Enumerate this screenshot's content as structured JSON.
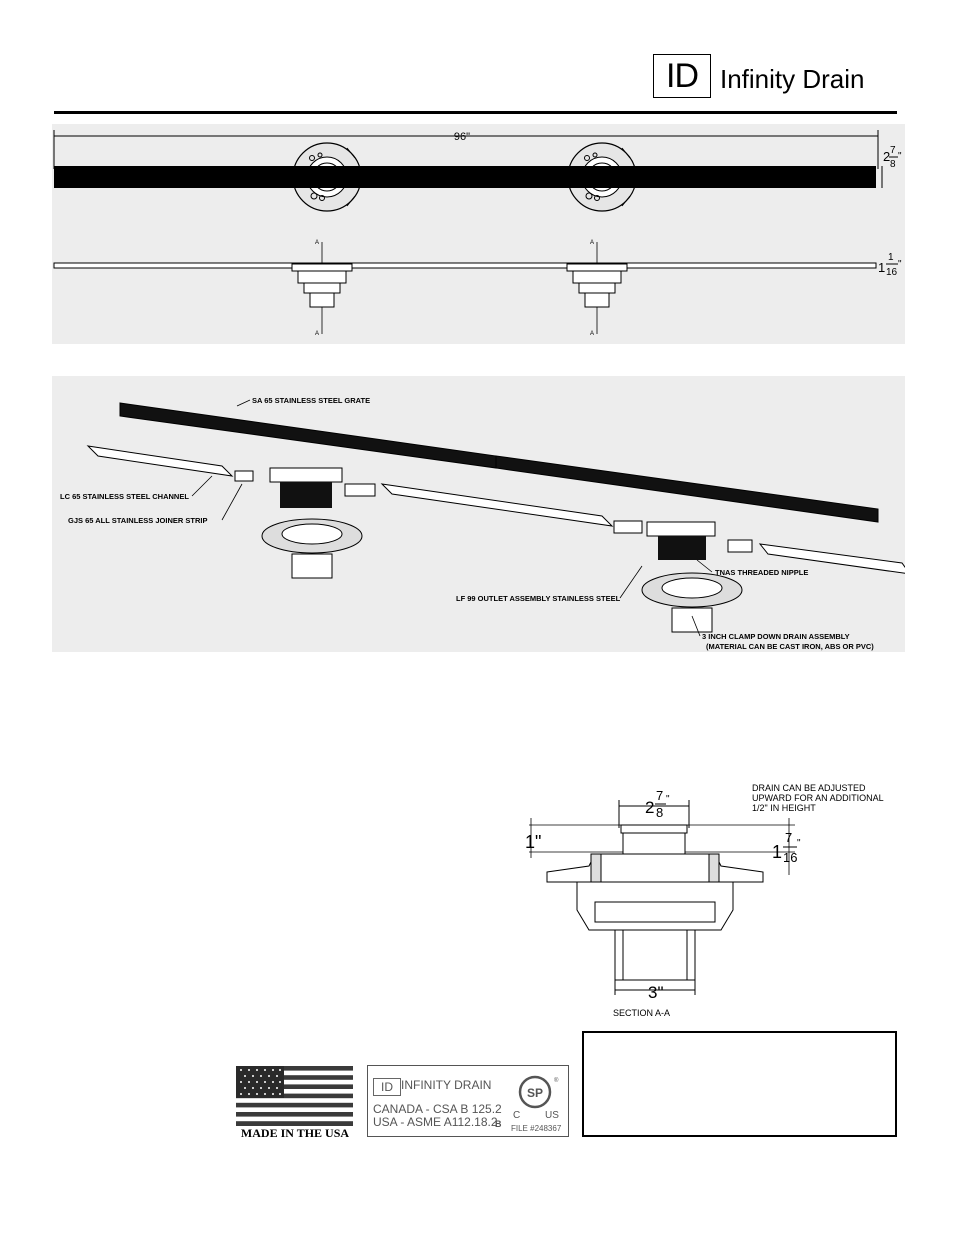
{
  "header": {
    "logo_mark": "ID",
    "brand_name": "Infinity Drain"
  },
  "top_view": {
    "length_label": "96\"",
    "width_whole": "2",
    "width_num": "7",
    "width_den": "8"
  },
  "side_view": {
    "height_whole": "1",
    "height_num": "1",
    "height_den": "16",
    "section_marker": "A"
  },
  "exploded_view": {
    "callouts": [
      "SA 65 STAINLESS STEEL GRATE",
      "LC 65 STAINLESS STEEL CHANNEL",
      "GJS 65 ALL STAINLESS JOINER STRIP",
      "LF 99 OUTLET ASSEMBLY STAINLESS STEEL",
      "TNAS THREADED NIPPLE",
      "3 INCH CLAMP DOWN DRAIN ASSEMBLY",
      "(MATERIAL CAN BE CAST IRON, ABS OR PVC)"
    ]
  },
  "section_view": {
    "note_lines": [
      "DRAIN CAN BE ADJUSTED",
      "UPWARD FOR AN ADDITIONAL",
      "1/2\" IN HEIGHT"
    ],
    "top_width_whole": "2",
    "top_width_num": "7",
    "top_width_den": "8",
    "left_height": "1\"",
    "right_height_whole": "1",
    "right_height_num": "7",
    "right_height_den": "16",
    "outlet_label": "3\"",
    "title": "SECTION A-A"
  },
  "footer": {
    "flag_caption": "MADE IN THE USA",
    "cert_logo": "ID",
    "cert_brand": "INFINITY DRAIN",
    "cert_lines": [
      "CANADA - CSA B 125.2",
      "USA - ASME A112.18.2"
    ],
    "cert_mark_left": "C",
    "cert_mark_right": "US",
    "cert_mark_center": "SP",
    "cert_b": "B",
    "cert_file": "FILE #248367"
  },
  "colors": {
    "ink": "#000000",
    "panel_bg": "#ededed",
    "flag_red": "#3a3a3a"
  }
}
